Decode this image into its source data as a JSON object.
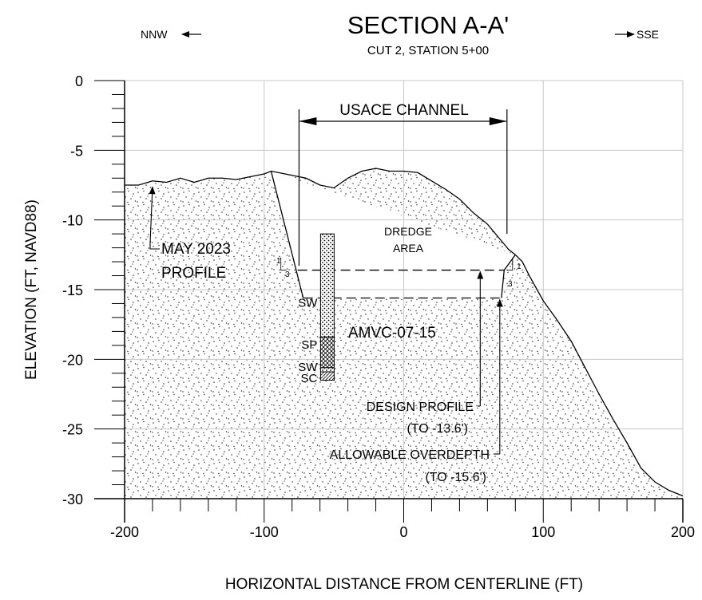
{
  "header": {
    "title": "SECTION A-A'",
    "subtitle": "CUT 2, STATION 5+00",
    "left_direction": "NNW",
    "right_direction": "SSE"
  },
  "chart_data": {
    "type": "cross-section",
    "title": "SECTION A-A'",
    "subtitle": "CUT 2, STATION 5+00",
    "xlabel": "HORIZONTAL DISTANCE FROM CENTERLINE (FT)",
    "ylabel": "ELEVATION (FT, NAVD88)",
    "xlim": [
      -200,
      200
    ],
    "ylim": [
      -30,
      0
    ],
    "x_ticks": [
      -200,
      -100,
      0,
      100,
      200
    ],
    "y_ticks": [
      0,
      -5,
      -10,
      -15,
      -20,
      -25,
      -30
    ],
    "x_tick_labels": [
      "-200",
      "-100",
      "0",
      "100",
      "200"
    ],
    "y_tick_labels": [
      "0",
      "-5",
      "-10",
      "-15",
      "-20",
      "-25",
      "-30"
    ],
    "grid": true,
    "survey_profile": {
      "x": [
        -200,
        -190,
        -180,
        -170,
        -160,
        -150,
        -140,
        -130,
        -120,
        -110,
        -100,
        -95,
        -90,
        -80,
        -70,
        -60,
        -50,
        -40,
        -30,
        -20,
        -10,
        0,
        10,
        20,
        30,
        40,
        50,
        60,
        70,
        75,
        80,
        85,
        90,
        100,
        110,
        120,
        130,
        140,
        150,
        160,
        170,
        180,
        190,
        200
      ],
      "y": [
        -7.5,
        -7.5,
        -7.2,
        -7.3,
        -7.0,
        -7.3,
        -7.0,
        -7.0,
        -7.1,
        -6.9,
        -6.7,
        -6.5,
        -6.6,
        -6.8,
        -7.0,
        -7.5,
        -7.7,
        -7.0,
        -6.5,
        -6.3,
        -6.5,
        -6.5,
        -6.6,
        -7.2,
        -7.8,
        -8.5,
        -9.5,
        -10.3,
        -11.5,
        -12.1,
        -12.5,
        -13.0,
        -14.0,
        -15.8,
        -17.2,
        -18.7,
        -20.6,
        -22.5,
        -24.3,
        -26.0,
        -27.8,
        -28.8,
        -29.4,
        -29.8
      ]
    },
    "design_profile": {
      "x": [
        -76,
        72
      ],
      "y": [
        -13.6,
        -13.6
      ]
    },
    "allowable_overdepth": {
      "x": [
        -70,
        70
      ],
      "y": [
        -15.6,
        -15.6
      ]
    },
    "side_slope_ratio": "3:1",
    "usace_channel_limits": [
      -75,
      74
    ],
    "boring": {
      "name": "AMVC-07-15",
      "x": -55,
      "top": -11,
      "bottom": -21.5,
      "layers": [
        {
          "soil": "SW",
          "top": -11,
          "bottom": -18.4
        },
        {
          "soil": "SP",
          "top": -18.4,
          "bottom": -20.6
        },
        {
          "soil": "SW",
          "top": -20.6,
          "bottom": -20.9
        },
        {
          "soil": "SC",
          "top": -20.9,
          "bottom": -21.5
        }
      ]
    },
    "annotations": {
      "usace_channel": "USACE CHANNEL",
      "dredge_area_line1": "DREDGE",
      "dredge_area_line2": "AREA",
      "survey_line1": "MAY 2023",
      "survey_line2": "PROFILE",
      "design_line1": "DESIGN PROFILE",
      "design_line2": "(TO -13.6')",
      "overdepth_line1": "ALLOWABLE OVERDEPTH",
      "overdepth_line2": "(TO -15.6')",
      "slope_run": "3",
      "slope_rise": "1"
    }
  }
}
